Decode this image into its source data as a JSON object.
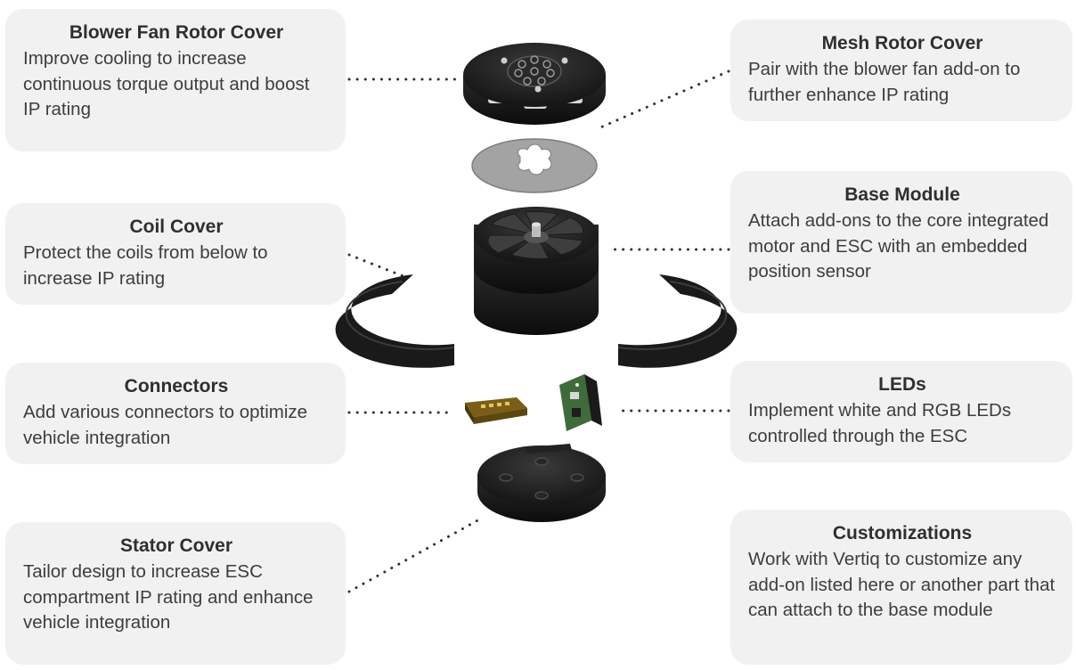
{
  "callouts": {
    "blower": {
      "title": "Blower Fan Rotor Cover",
      "body": "Improve cooling to increase continuous torque output and boost IP rating"
    },
    "mesh": {
      "title": "Mesh Rotor Cover",
      "body": "Pair with the blower fan add-on to further enhance IP rating"
    },
    "coil": {
      "title": "Coil Cover",
      "body": "Protect the coils from below to increase IP rating"
    },
    "base": {
      "title": "Base Module",
      "body": "Attach add-ons to the core integrated motor and ESC with an embedded position sensor"
    },
    "connectors": {
      "title": "Connectors",
      "body": "Add various connectors to optimize vehicle integration"
    },
    "leds": {
      "title": "LEDs",
      "body": "Implement white and RGB LEDs controlled through the ESC"
    },
    "stator": {
      "title": "Stator Cover",
      "body": "Tailor design to increase ESC compartment IP rating and enhance vehicle integration"
    },
    "custom": {
      "title": "Customizations",
      "body": "Work with Vertiq to customize any add-on listed here or another part that can attach to the base module"
    }
  },
  "colors": {
    "callout_bg": "#f1f1f1",
    "part_dark": "#1c1c1c",
    "mesh_gray": "#9a9a9a",
    "connector_gold": "#c9a227",
    "led_board_green": "#3f6b3a"
  }
}
